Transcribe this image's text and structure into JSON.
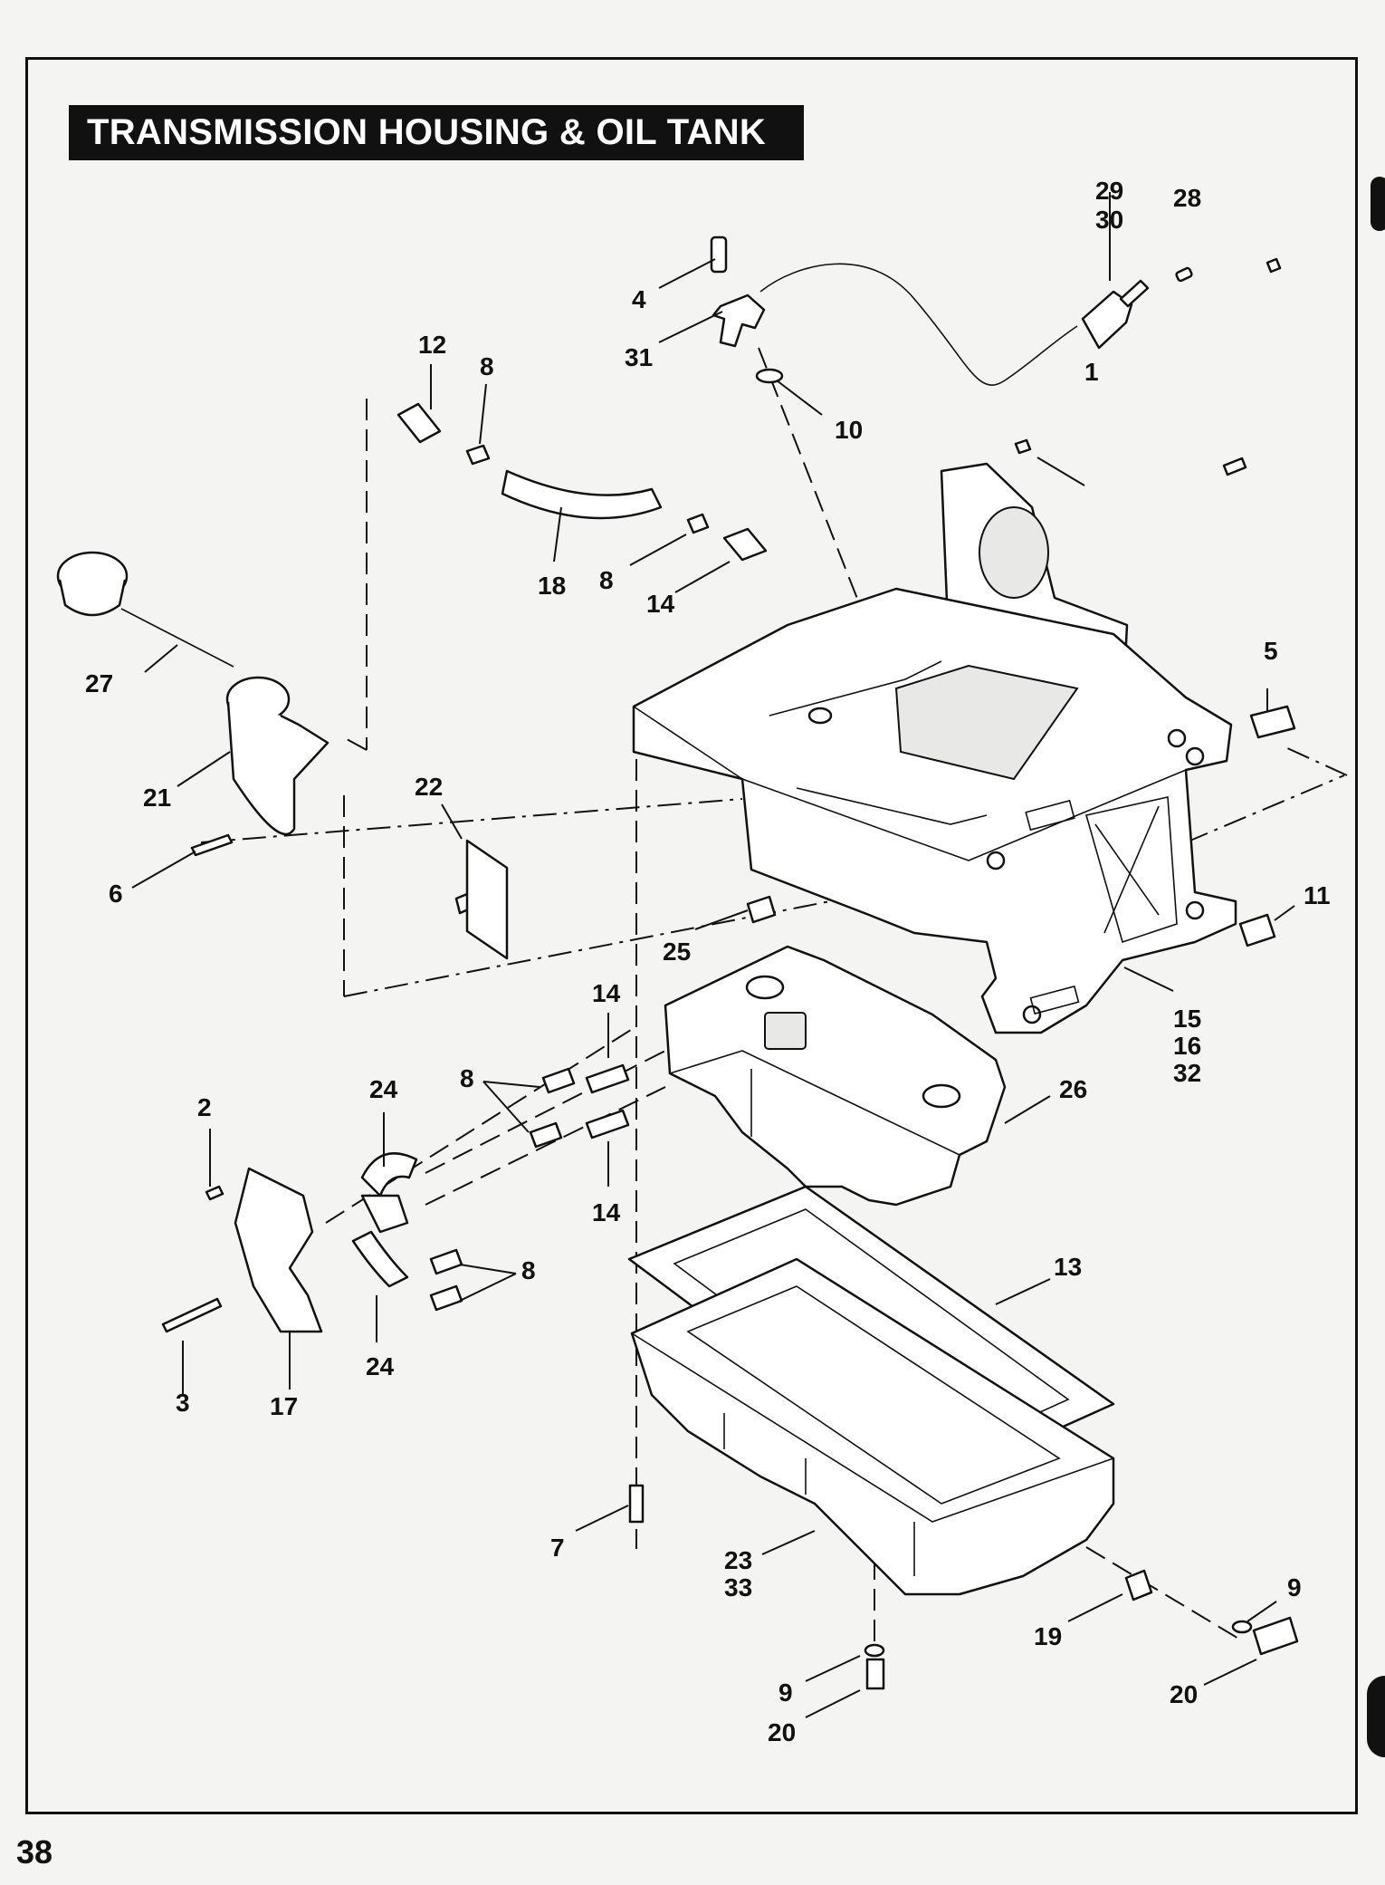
{
  "title": "TRANSMISSION HOUSING & OIL TANK",
  "page_number": "38",
  "callouts": {
    "c1": "1",
    "c2": "2",
    "c3": "3",
    "c4": "4",
    "c5": "5",
    "c6": "6",
    "c7": "7",
    "c8a": "8",
    "c8b": "8",
    "c8c": "8",
    "c8d": "8",
    "c9a": "9",
    "c9b": "9",
    "c10": "10",
    "c11": "11",
    "c12": "12",
    "c13": "13",
    "c14a": "14",
    "c14b": "14",
    "c14c": "14",
    "c15": "15",
    "c16": "16",
    "c32": "32",
    "c17": "17",
    "c18": "18",
    "c19": "19",
    "c20a": "20",
    "c20b": "20",
    "c21": "21",
    "c22": "22",
    "c23": "23",
    "c33": "33",
    "c24a": "24",
    "c24b": "24",
    "c25": "25",
    "c26": "26",
    "c27": "27",
    "c28": "28",
    "c29": "29",
    "c30": "30",
    "c31": "31"
  }
}
